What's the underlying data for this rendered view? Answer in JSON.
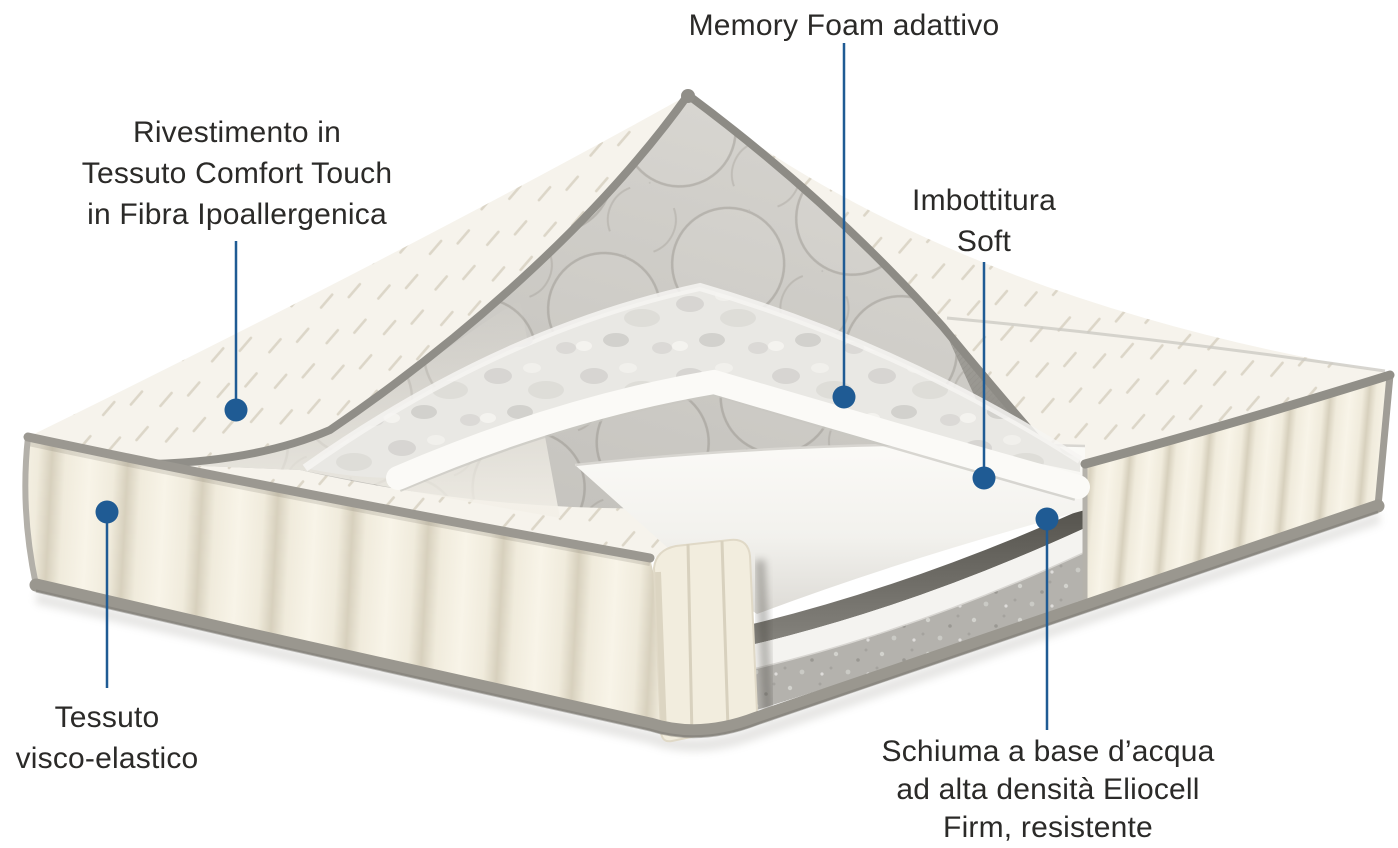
{
  "page": {
    "background_color": "#ffffff"
  },
  "colors": {
    "annotation_accent": "#1f5b94",
    "label_text": "#2b2a28",
    "piping_gray": "#908e88",
    "fabric_cream": "#f1ecdd",
    "quilt_gray": "#d5d3ce",
    "felt_gray": "#b4b2ad"
  },
  "diagram": {
    "subject": "mattress-layers-cutaway",
    "annotations": [
      {
        "id": "memory-foam",
        "label": "Memory Foam adattivo"
      },
      {
        "id": "cover-fabric",
        "label": "Rivestimento in\nTessuto Comfort Touch\nin Fibra Ipoallergenica"
      },
      {
        "id": "soft-padding",
        "label": "Imbottitura\nSoft"
      },
      {
        "id": "visco-elastic-fabric",
        "label": "Tessuto\nvisco-elastico"
      },
      {
        "id": "foam-core",
        "label": "Schiuma a base d’acqua\nad alta densità Eliocell\nFirm, resistente"
      }
    ]
  }
}
